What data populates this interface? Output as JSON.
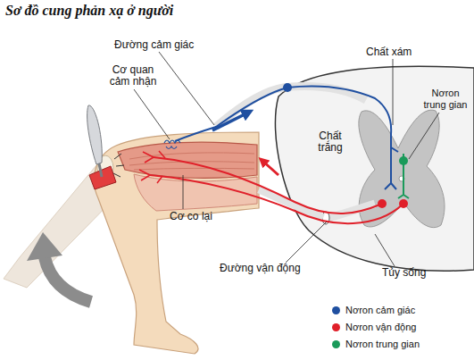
{
  "diagram": {
    "title": "Sơ đồ cung phản xạ ở người",
    "labels": [
      "Đường cảm giác",
      "Cơ quan cảm nhận",
      "Chất xám",
      "Nơron trung gian",
      "Chất trắng",
      "Cơ co lại",
      "Đường vận động",
      "Tủy sống"
    ],
    "legend": [
      {
        "text": "Nơron cảm giác",
        "color": "#1f4fa0"
      },
      {
        "text": "Nơron vận động",
        "color": "#e0202a"
      },
      {
        "text": "Nơron trung gian",
        "color": "#1a9a5a"
      }
    ]
  }
}
